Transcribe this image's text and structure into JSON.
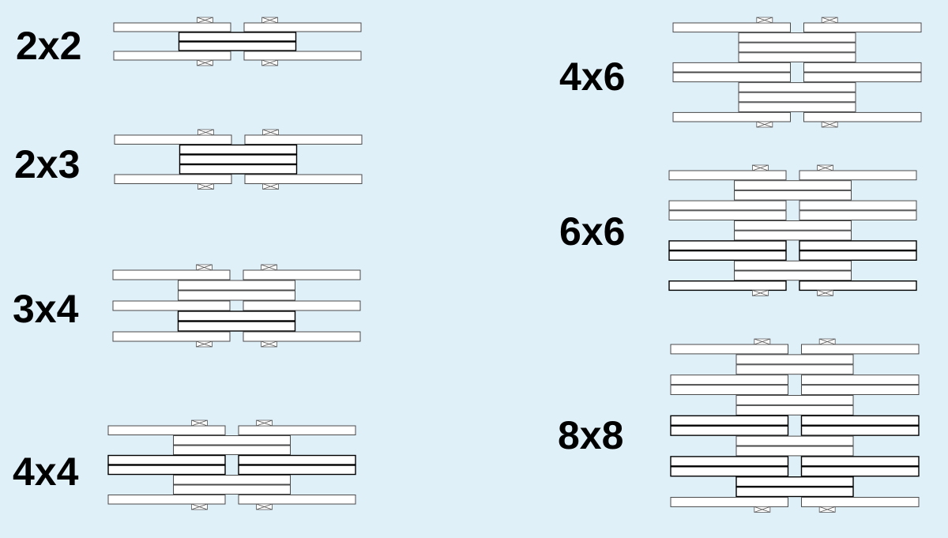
{
  "diagram": {
    "colors": {
      "background": "#e0f0f9",
      "plate_fill": "#ffffff",
      "plate_stroke": "#4a4a4a",
      "text": "#000000"
    },
    "configurations": [
      {
        "id": "2x2",
        "label": "2x2",
        "outer_plates": 2,
        "inner_plates": 2
      },
      {
        "id": "2x3",
        "label": "2x3",
        "outer_plates": 2,
        "inner_plates": 3
      },
      {
        "id": "3x4",
        "label": "3x4",
        "outer_plates": 3,
        "inner_plates": 4
      },
      {
        "id": "4x4",
        "label": "4x4",
        "outer_plates": 4,
        "inner_plates": 4
      },
      {
        "id": "4x6",
        "label": "4x6",
        "outer_plates": 4,
        "inner_plates": 6
      },
      {
        "id": "6x6",
        "label": "6x6",
        "outer_plates": 6,
        "inner_plates": 6
      },
      {
        "id": "8x8",
        "label": "8x8",
        "outer_plates": 8,
        "inner_plates": 8
      }
    ]
  }
}
